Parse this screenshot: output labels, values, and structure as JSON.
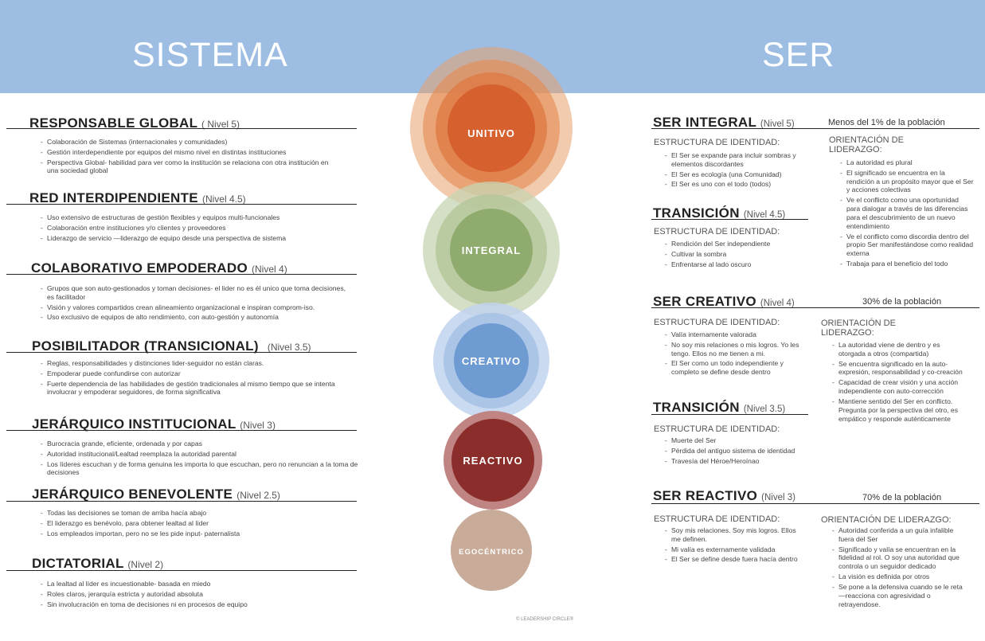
{
  "header": {
    "left_title": "SISTEMA",
    "right_title": "SER"
  },
  "colors": {
    "banner": "#9dbde3",
    "unitivo": "#d6612f",
    "integral": "#8fab6e",
    "creativo": "#6f9bd3",
    "reactivo": "#8b2e2b",
    "egocentrico": "#c8ab98"
  },
  "circles": {
    "unitivo": "UNITIVO",
    "integral": "INTEGRAL",
    "creativo": "CREATIVO",
    "reactivo": "REACTIVO",
    "egocentrico": "EGOCÉNTRICO"
  },
  "sistema": [
    {
      "title": "RESPONSABLE GLOBAL",
      "level": "( Nivel 5)",
      "items": [
        "Colaboración de Sistemas (internacionales y comunidades)",
        "Gestión interdependiente por equipos del mismo nivel en distintas instituciones",
        "Perspectiva Global- habilidad para ver como la institución se relaciona con otra institución en una sociedad global"
      ]
    },
    {
      "title": "RED INTERDIPENDIENTE",
      "level": "(Nivel 4.5)",
      "items": [
        "Uso extensivo de estructuras de gestión flexibles y equipos multi-funcionales",
        "Colaboración entre instituciones y/o clientes y proveedores",
        "Liderazgo de servicio —liderazgo de equipo desde una perspectiva de sistema"
      ]
    },
    {
      "title": "COLABORATIVO EMPODERADO",
      "level": "(Nivel 4)",
      "items": [
        "Grupos que son auto-gestionados y toman decisiones- el lider no es él unico que toma decisiones, es facilitador",
        "Visión y valores compartidos crean alineamiento organizacional e inspiran comprom-iso.",
        "Uso exclusivo de equipos de alto rendimiento, con auto-gestión y autonomía"
      ]
    },
    {
      "title": "POSIBILITADOR (TRANSICIONAL)",
      "level": "(Nivel 3.5)",
      "items": [
        "Reglas, responsabilidades y distinciones lider-seguidor no están claras.",
        "Empoderar puede confundirse con autorizar",
        "Fuerte dependencia de las habilidades de gestión tradicionales al mismo tiempo que se intenta involucrar y empoderar seguidores, de forma significativa"
      ]
    },
    {
      "title": "JERÁRQUICO INSTITUCIONAL",
      "level": "(Nivel 3)",
      "items": [
        "Burocracia grande, eficiente, ordenada y por capas",
        "Autoridad institucional/Lealtad reemplaza la autoridad parental",
        "Los líderes escuchan y de forma genuina les importa lo que escuchan, pero no renuncian a la toma de decisiones"
      ]
    },
    {
      "title": "JERÁRQUICO BENEVOLENTE",
      "level": "(Nivel 2.5)",
      "items": [
        "Todas las decisiones se toman de arriba hacía abajo",
        "El liderazgo es benévolo, para obtener lealtad al líder",
        "Los empleados importan, pero no se les pide input- paternalista"
      ]
    },
    {
      "title": "DICTATORIAL",
      "level": "(Nivel 2)",
      "items": [
        "La lealtad al líder es incuestionable- basada en miedo",
        "Roles claros, jerarquía estricta y autoridad absoluta",
        "Sin involucración en toma de decisiones ni en procesos de equipo"
      ]
    }
  ],
  "ser": [
    {
      "title": "SER INTEGRAL",
      "level": "(Nivel 5)",
      "population": "Menos del 1% de la población",
      "identity_heading": "ESTRUCTURA DE IDENTIDAD:",
      "identity": [
        "El Ser se expande para incluir sombras y elementos discordantes",
        "El Ser es ecología (una Comunidad)",
        "El Ser es uno con el todo (todos)"
      ],
      "orientation_heading": "ORIENTACIÓN DE LIDERAZGO:",
      "orientation": [
        "La autoridad es plural",
        "El significado se encuentra en la rendición a un propósito mayor que el Ser y acciones colectivas",
        "Ve el conflicto como una oportunidad para dialogar a través de las diferencias para el descubrimiento de un nuevo entendimiento",
        "Ve el conflicto como discordia dentro del propio Ser manifestándose como realidad externa",
        "Trabaja para el beneficio del todo"
      ]
    },
    {
      "title": "TRANSICIÓN",
      "level": "(Nivel 4.5)",
      "identity_heading": "ESTRUCTURA DE IDENTIDAD:",
      "identity": [
        "Rendición del Ser independiente",
        "Cultivar la sombra",
        "Enfrentarse al lado oscuro"
      ]
    },
    {
      "title": "SER CREATIVO",
      "level": "(Nivel 4)",
      "population": "30% de la población",
      "identity_heading": "ESTRUCTURA DE IDENTIDAD:",
      "identity": [
        "Valía internamente valorada",
        "No soy mis relaciones o mis logros. Yo les tengo. Ellos no me tienen a mi.",
        "El Ser como un todo independiente y completo se define desde dentro"
      ],
      "orientation_heading": "ORIENTACIÓN DE LIDERAZGO:",
      "orientation": [
        "La autoridad viene de dentro y es otorgada a otros (compartida)",
        "Se encuentra significado en la auto-expresión, responsabilidad y co-creación",
        "Capacidad de crear visión y una acción independiente con auto-corrección",
        "Mantiene sentido del Ser en conflicto. Pregunta por la perspectiva del otro, es empático y responde auténticamente"
      ]
    },
    {
      "title": "TRANSICIÓN",
      "level": "(Nivel 3.5)",
      "identity_heading": "ESTRUCTURA DE IDENTIDAD:",
      "identity": [
        "Muerte del Ser",
        "Pérdida del antiguo sistema de identidad",
        "Travesía del Héroe/Heroínao"
      ]
    },
    {
      "title": "SER REACTIVO",
      "level": "(Nivel 3)",
      "population": "70% de la población",
      "identity_heading": "ESTRUCTURA DE IDENTIDAD:",
      "identity": [
        "Soy mis relaciones. Soy mis logros. Ellos me definen.",
        "Mi valía es externamente validada",
        "El Ser se define desde fuera hacía dentro"
      ],
      "orientation_heading": "ORIENTACIÓN DE LIDERAZGO:",
      "orientation": [
        "Autoridad conferida a un guía infalible fuera del Ser",
        "Significado y valía se encuentran en la fidelidad al rol. O soy una autoridad que controla o un seguidor dedicado",
        "La visión es definida por otros",
        "Se pone a la defensiva cuando se le reta—reacciona con agresividad o retrayendose."
      ]
    }
  ],
  "footer": "© LEADERSHIP CIRCLE®"
}
